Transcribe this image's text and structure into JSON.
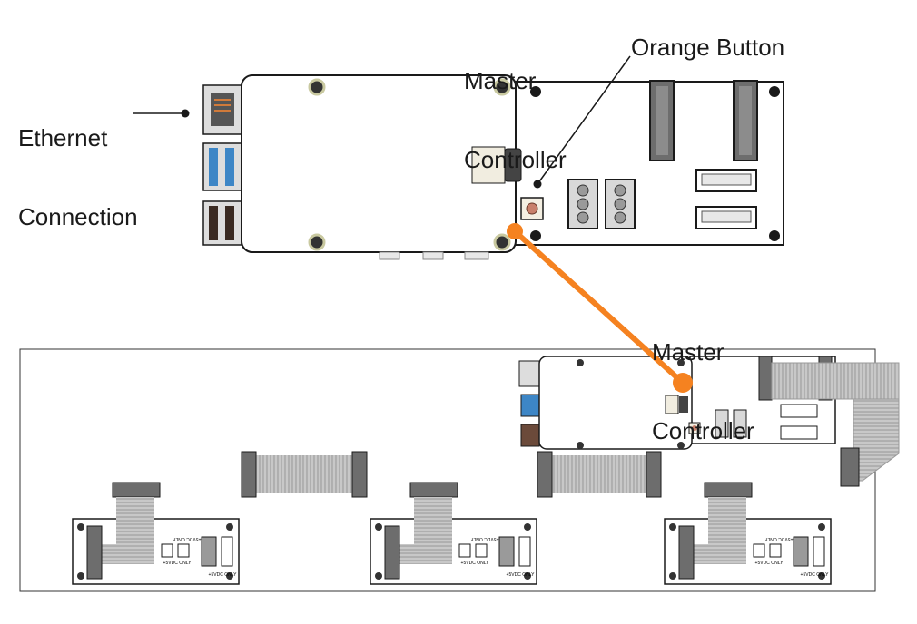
{
  "labels": {
    "ethernet_line1": "Ethernet",
    "ethernet_line2": "Connection",
    "master_top_line1": "Master",
    "master_top_line2": "Controller",
    "orange_button": "Orange Button",
    "master_lower_line1": "Master",
    "master_lower_line2": "Controller"
  },
  "connector_text": {
    "dc_a": "+5VDC ONLY",
    "dc_b": "+5VDC ONLY"
  },
  "colors": {
    "callout_orange": "#f58220",
    "board_stroke": "#1a1a1a",
    "ribbon_fill": "#bdbdbd",
    "usb_blue": "#3d86c6",
    "connector_fill": "#7a7a7a"
  },
  "icons": [
    "ethernet-port-icon",
    "usb-port-icon",
    "sd-card-icon",
    "orange-button-icon",
    "terminal-block-icon",
    "ribbon-connector-icon",
    "power-connector-icon"
  ]
}
